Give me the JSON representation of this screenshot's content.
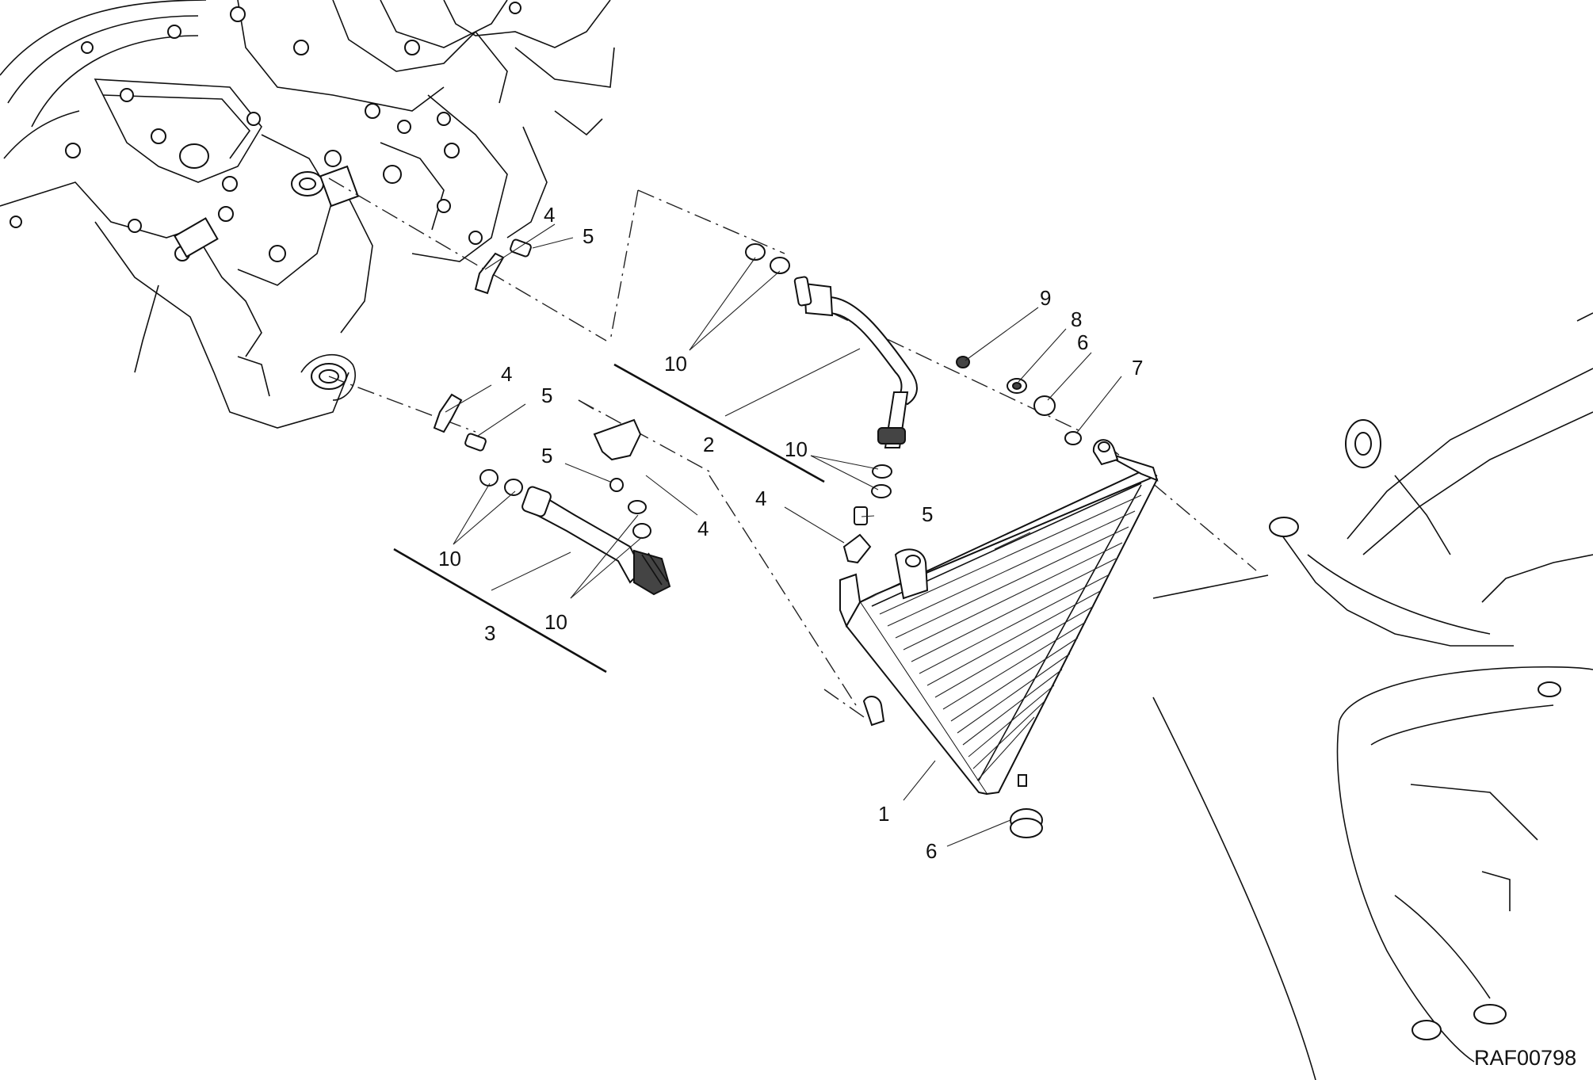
{
  "callouts": {
    "c1": "1",
    "c2": "2",
    "c3": "3",
    "c4a": "4",
    "c4b": "4",
    "c4c": "4",
    "c4d": "4",
    "c5a": "5",
    "c5b": "5",
    "c5c": "5",
    "c5d": "5",
    "c6a": "6",
    "c6b": "6",
    "c7": "7",
    "c8": "8",
    "c9": "9",
    "c10a": "10",
    "c10b": "10",
    "c10c": "10",
    "c10d": "10"
  },
  "drawing_code": "RAF00798"
}
